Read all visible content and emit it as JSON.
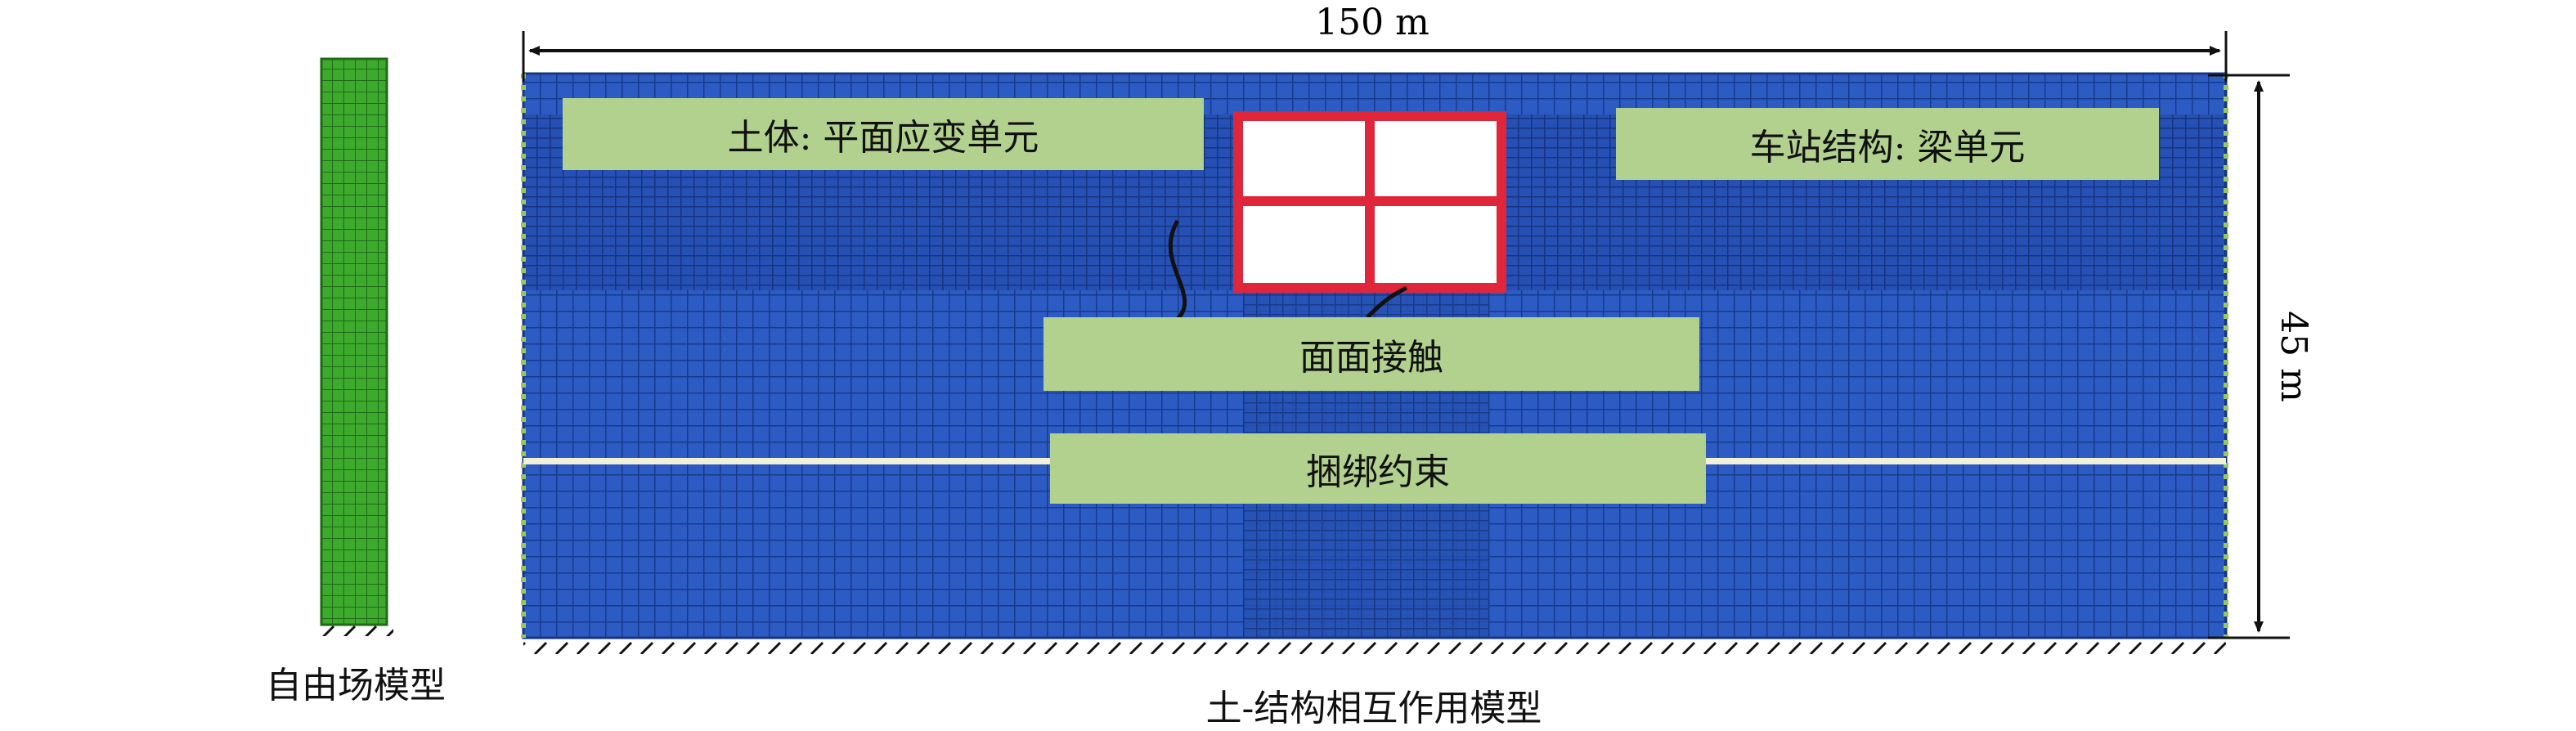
{
  "dimensions": {
    "width_label": "150 m",
    "height_label": "45 m"
  },
  "labels": {
    "soil": "土体: 平面应变单元",
    "station": "车站结构: 梁单元",
    "contact": "面面接触",
    "tie": "捆绑约束"
  },
  "captions": {
    "free_field": "自由场模型",
    "ssi": "土-结构相互作用模型"
  },
  "colors": {
    "soil_mesh": "#2d5bc4",
    "soil_mesh_lines": "#173a8a",
    "free_field_mesh": "#3daa2e",
    "station_frame": "#e0263a",
    "label_fill": "#b2d08e",
    "tie_line": "#f3f0d8",
    "boundary_nodes": "#9bc65a"
  }
}
